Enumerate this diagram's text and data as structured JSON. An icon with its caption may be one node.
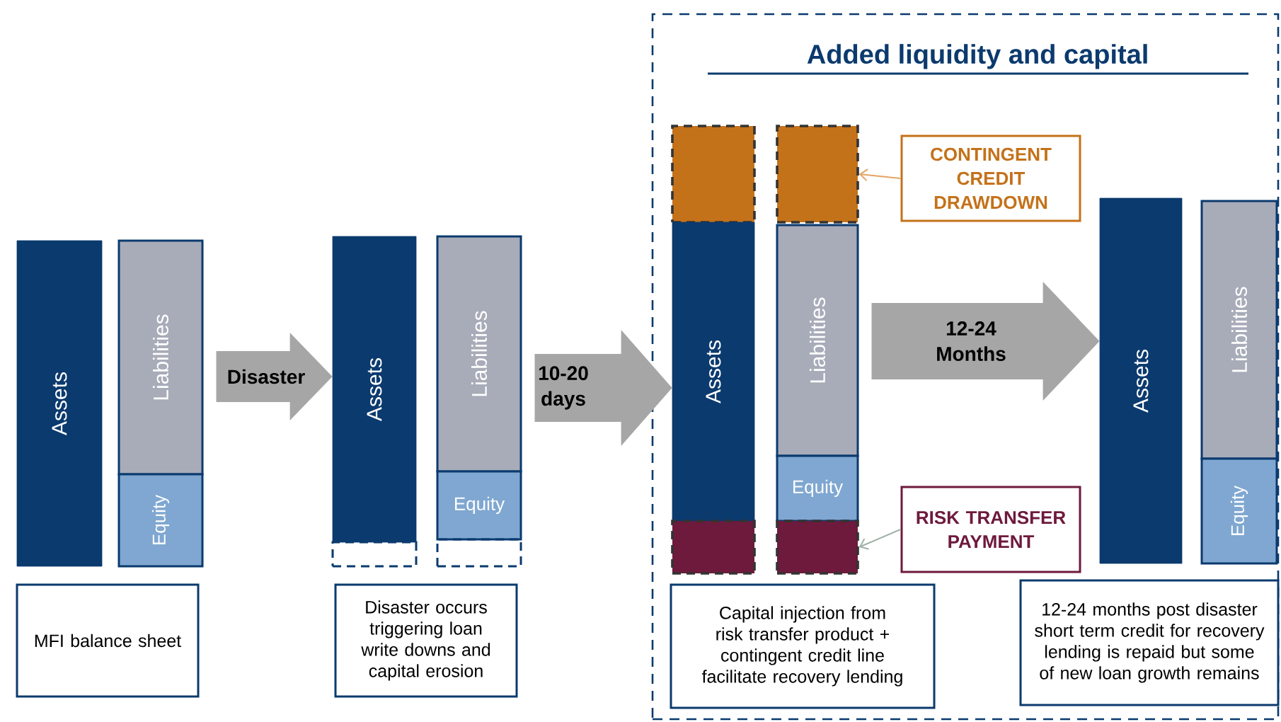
{
  "diagram": {
    "nodes": [
      {
        "text": [
          "Assets"
        ]
      },
      {
        "text": [
          "Liabilities"
        ]
      },
      {
        "text": [
          "Equity"
        ]
      },
      {
        "text": [
          "MFI balance sheet"
        ]
      },
      {
        "text": [
          "Assets"
        ]
      },
      {
        "text": [
          "Liabilities"
        ]
      },
      {
        "text": [
          "Equity"
        ]
      },
      {
        "text": [],
        "shape": "box"
      },
      {
        "text": [],
        "shape": "box"
      },
      {
        "text": [
          "Disaster occurs triggering loan write downs and capital erosion"
        ]
      },
      {
        "text": [
          "Added liquidity and capital"
        ]
      },
      {
        "text": [],
        "shape": "box",
        "in": 10
      },
      {
        "text": [],
        "shape": "box",
        "in": 10
      },
      {
        "text": [
          "Assets"
        ],
        "in": 10
      },
      {
        "text": [
          "Liabilities"
        ],
        "in": 10
      },
      {
        "text": [
          "Equity"
        ],
        "in": 10
      },
      {
        "text": [],
        "shape": "box",
        "in": 10
      },
      {
        "text": [],
        "shape": "box",
        "in": 10
      },
      {
        "text": [
          "CONTINGENT CREDIT DRAWDOWN"
        ],
        "in": 10
      },
      {
        "text": [
          "RISK TRANSFER PAYMENT"
        ],
        "in": 10
      },
      {
        "text": [
          "Capital injection from risk transfer product + contingent credit line facilitate recovery lending"
        ],
        "in": 10
      },
      {
        "text": [
          "Assets"
        ],
        "in": 10
      },
      {
        "text": [
          "Liabilities"
        ],
        "in": 10
      },
      {
        "text": [
          "Equity"
        ],
        "in": 10
      },
      {
        "text": [
          "12-24 months post disaster short term credit for recovery lending is repaid but some of new loan growth remains"
        ],
        "in": 10
      }
    ],
    "edges": [
      {
        "from": 18,
        "to": 12,
        "arrow": "to",
        "color": "#e3a463"
      },
      {
        "from": 19,
        "to": 17,
        "arrow": "to",
        "color": "#9fb0a6"
      },
      {
        "from": 1,
        "to": 4,
        "arrow": "to",
        "label": "Disaster",
        "color": "#a6a6a6"
      },
      {
        "from": 5,
        "to": 13,
        "arrow": "to",
        "label": "10-20 days",
        "color": "#a6a6a6"
      },
      {
        "from": 14,
        "to": 21,
        "arrow": "to",
        "label": "12-24 Months",
        "color": "#a6a6a6"
      }
    ]
  }
}
